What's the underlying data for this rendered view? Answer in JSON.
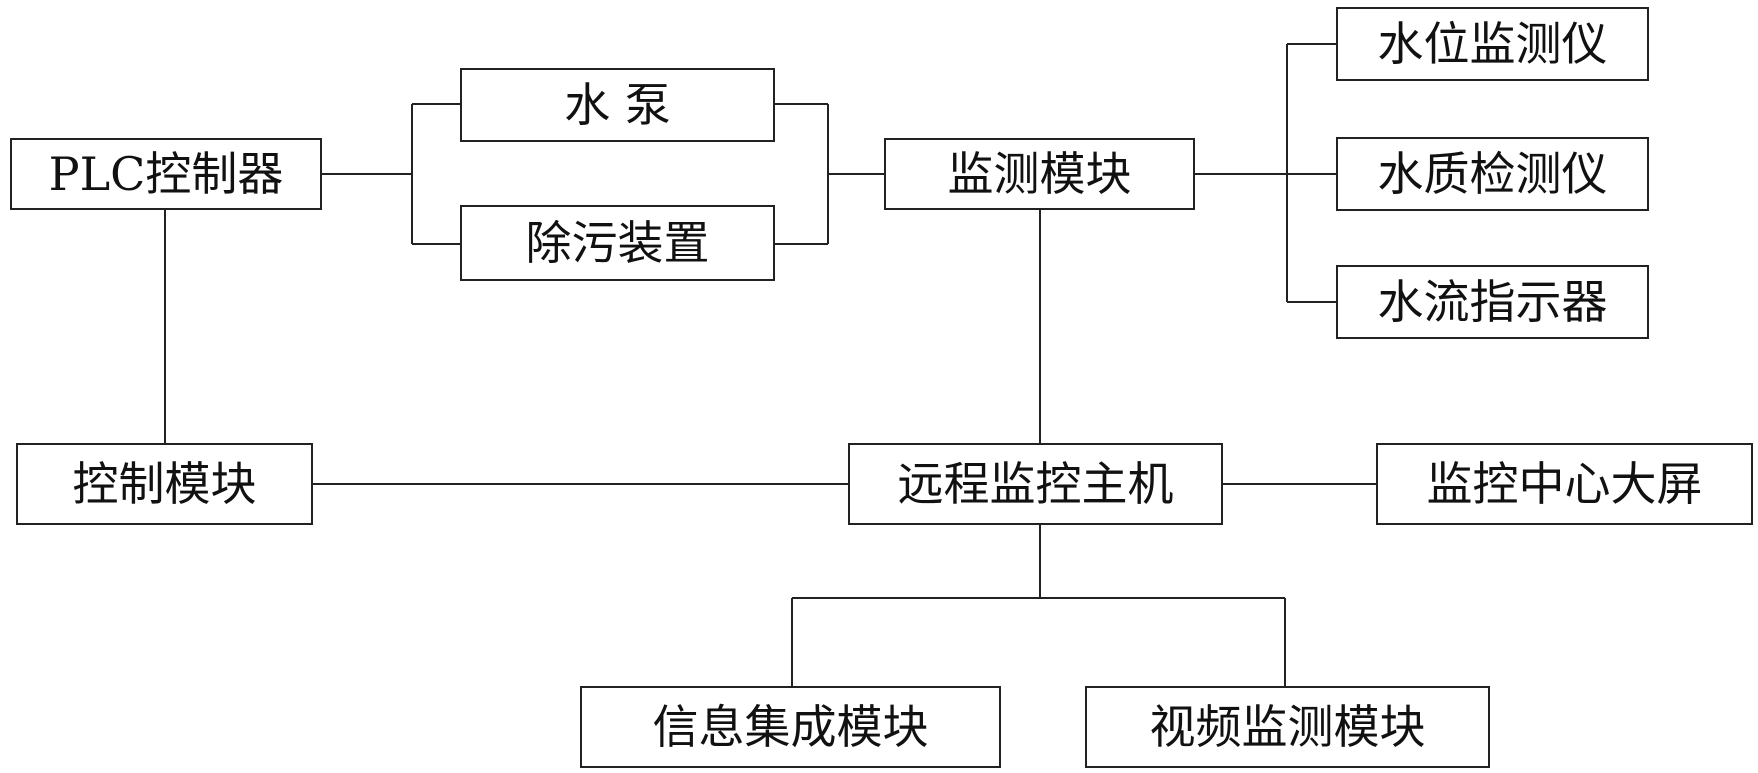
{
  "nodes": {
    "plc_controller": "PLC控制器",
    "water_pump": "水 泵",
    "decontamination_device": "除污装置",
    "monitoring_module": "监测模块",
    "water_level_monitor": "水位监测仪",
    "water_quality_tester": "水质检测仪",
    "water_flow_indicator": "水流指示器",
    "control_module": "控制模块",
    "remote_monitoring_host": "远程监控主机",
    "monitoring_center_screen": "监控中心大屏",
    "info_integration_module": "信息集成模块",
    "video_monitoring_module": "视频监测模块"
  },
  "colors": {
    "line": "#222222",
    "border": "#222222",
    "text": "#111111",
    "background": "#ffffff"
  }
}
